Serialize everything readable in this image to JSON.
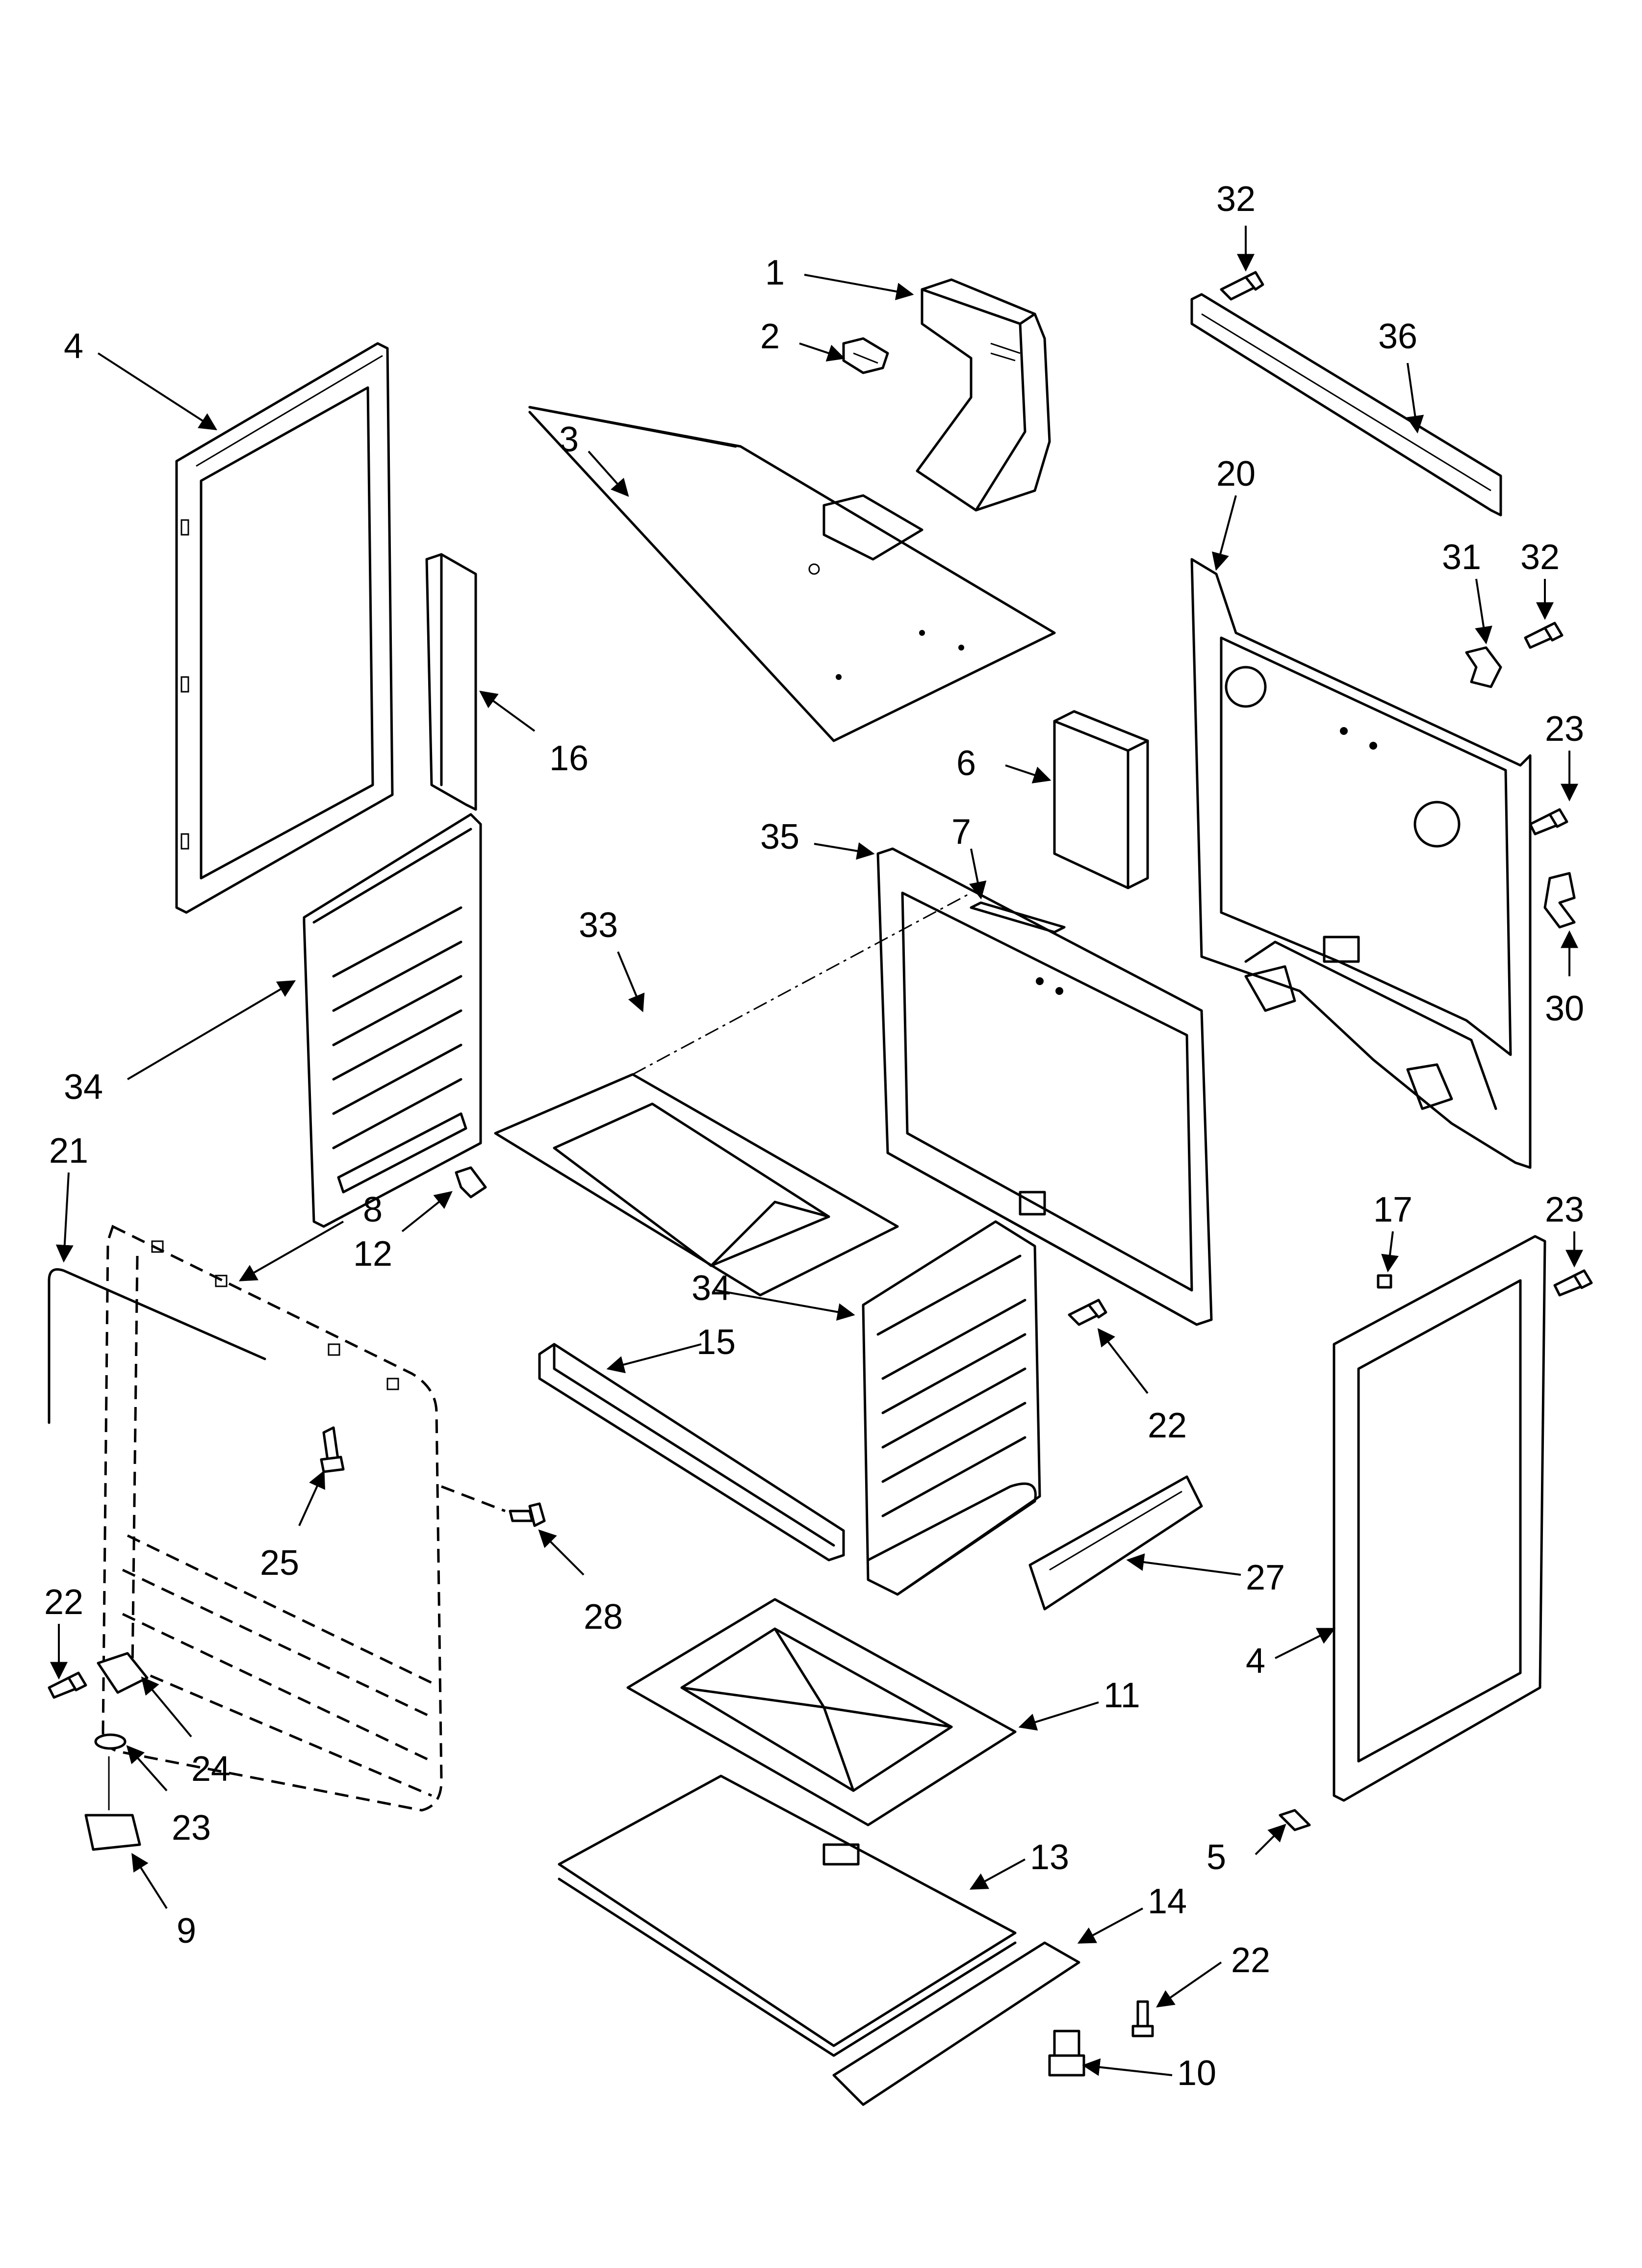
{
  "callouts": [
    {
      "id": "c1",
      "text": "1"
    },
    {
      "id": "c2",
      "text": "2"
    },
    {
      "id": "c3",
      "text": "3"
    },
    {
      "id": "c4a",
      "text": "4"
    },
    {
      "id": "c4b",
      "text": "4"
    },
    {
      "id": "c5",
      "text": "5"
    },
    {
      "id": "c6",
      "text": "6"
    },
    {
      "id": "c7",
      "text": "7"
    },
    {
      "id": "c8",
      "text": "8"
    },
    {
      "id": "c9",
      "text": "9"
    },
    {
      "id": "c10",
      "text": "10"
    },
    {
      "id": "c11",
      "text": "11"
    },
    {
      "id": "c12",
      "text": "12"
    },
    {
      "id": "c13",
      "text": "13"
    },
    {
      "id": "c14",
      "text": "14"
    },
    {
      "id": "c15",
      "text": "15"
    },
    {
      "id": "c16",
      "text": "16"
    },
    {
      "id": "c17",
      "text": "17"
    },
    {
      "id": "c20",
      "text": "20"
    },
    {
      "id": "c21",
      "text": "21"
    },
    {
      "id": "c22a",
      "text": "22"
    },
    {
      "id": "c22b",
      "text": "22"
    },
    {
      "id": "c22c",
      "text": "22"
    },
    {
      "id": "c23a",
      "text": "23"
    },
    {
      "id": "c23b",
      "text": "23"
    },
    {
      "id": "c23c",
      "text": "23"
    },
    {
      "id": "c24",
      "text": "24"
    },
    {
      "id": "c25",
      "text": "25"
    },
    {
      "id": "c27",
      "text": "27"
    },
    {
      "id": "c28",
      "text": "28"
    },
    {
      "id": "c30",
      "text": "30"
    },
    {
      "id": "c31",
      "text": "31"
    },
    {
      "id": "c32a",
      "text": "32"
    },
    {
      "id": "c32b",
      "text": "32"
    },
    {
      "id": "c33",
      "text": "33"
    },
    {
      "id": "c34a",
      "text": "34"
    },
    {
      "id": "c34b",
      "text": "34"
    },
    {
      "id": "c35",
      "text": "35"
    },
    {
      "id": "c36",
      "text": "36"
    }
  ]
}
